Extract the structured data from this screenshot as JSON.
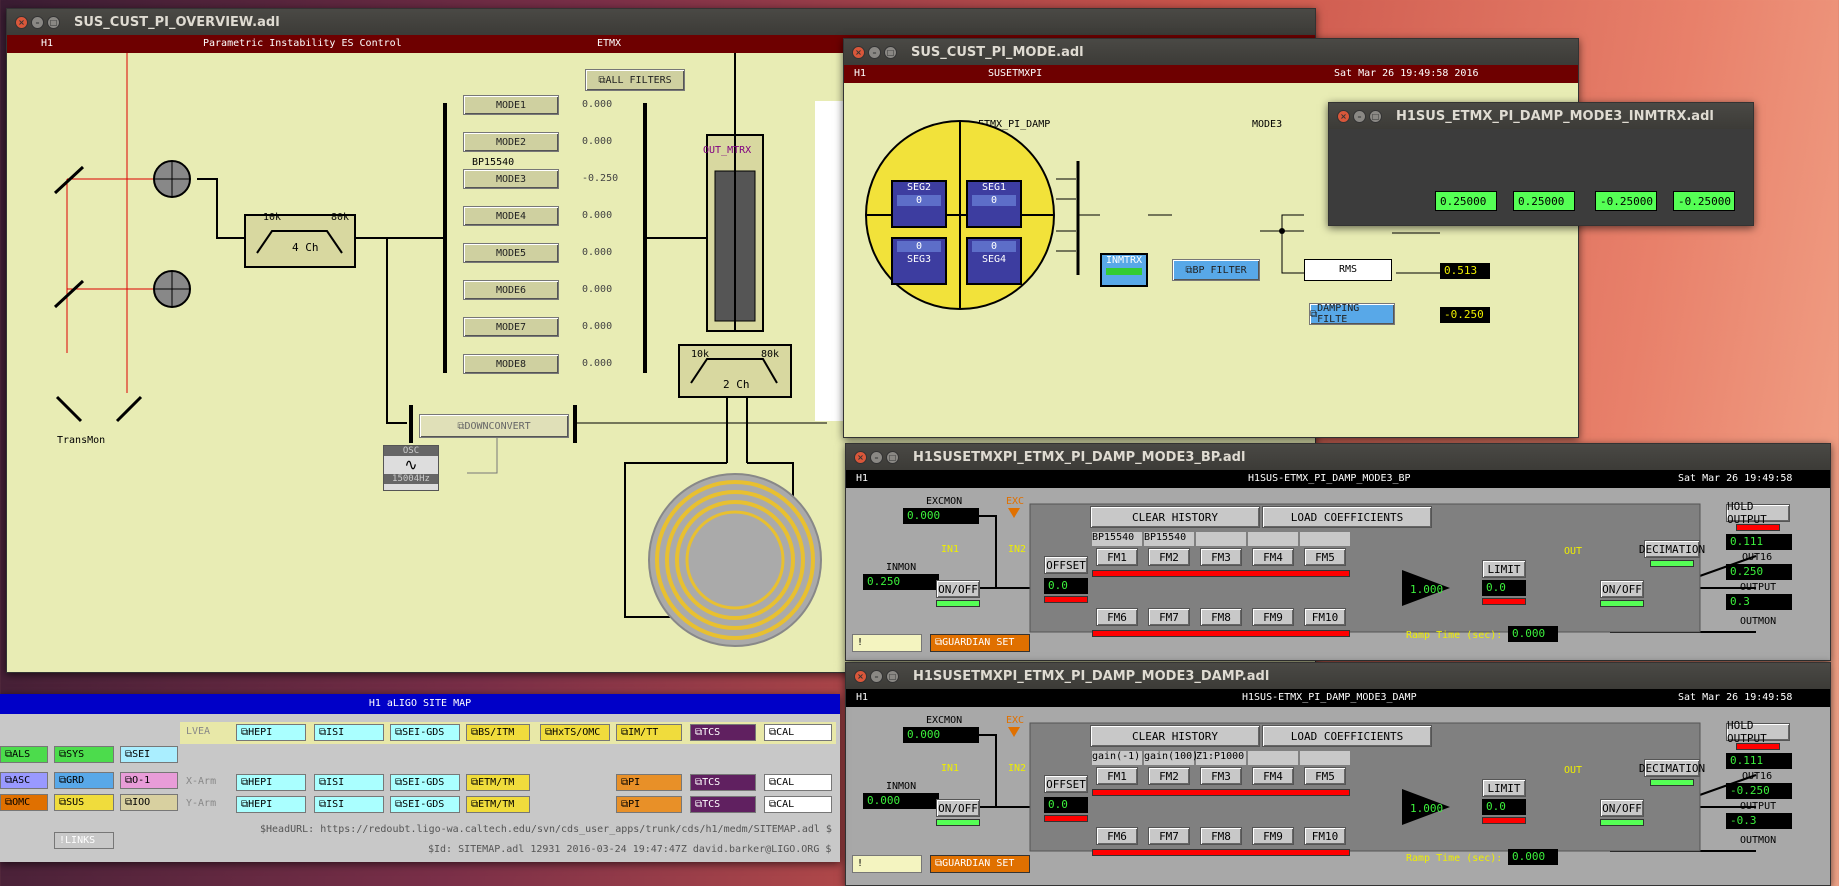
{
  "overview": {
    "title": "SUS_CUST_PI_OVERVIEW.adl",
    "site": "H1",
    "heading": "Parametric Instability ES Control",
    "etmx": "ETMX",
    "all_filters": "ALL FILTERS",
    "modes": [
      "MODE1",
      "MODE2",
      "MODE3",
      "MODE4",
      "MODE5",
      "MODE6",
      "MODE7",
      "MODE8"
    ],
    "mode_values": [
      "0.000",
      "0.000",
      "-0.250",
      "0.000",
      "0.000",
      "0.000",
      "0.000",
      "0.000"
    ],
    "bp": "BP15540",
    "out_mtrx": "OUT_MTRX",
    "k10": "10k",
    "k80": "80k",
    "ch4": "4 Ch",
    "ch2": "2 Ch",
    "downconvert": "DOWNCONVERT",
    "osc": "OSC",
    "osc_freq": "15004Hz",
    "transmon": "TransMon"
  },
  "mode": {
    "title": "SUS_CUST_PI_MODE.adl",
    "site": "H1",
    "system": "SUSETMXPI",
    "datetime": "Sat Mar 26 19:49:58 2016",
    "damp": "ETMX_PI_DAMP",
    "mode3": "MODE3",
    "segs": [
      "SEG2",
      "SEG1",
      "SEG3",
      "SEG4"
    ],
    "seg_values": [
      "0",
      "0",
      "0",
      "0"
    ],
    "inmtrx": "INMTRX",
    "bp_filter": "BP FILTER",
    "rms": "RMS",
    "rms_value": "0.513",
    "damping_filter": "DAMPING FILTE",
    "damping_value": "-0.250"
  },
  "inmtrx": {
    "title": "H1SUS_ETMX_PI_DAMP_MODE3_INMTRX.adl",
    "values": [
      "0.25000",
      "0.25000",
      "-0.25000",
      "-0.25000"
    ]
  },
  "bp": {
    "title": "H1SUSETMXPI_ETMX_PI_DAMP_MODE3_BP.adl",
    "site": "H1",
    "channel": "H1SUS-ETMX_PI_DAMP_MODE3_BP",
    "datetime": "Sat Mar 26 19:49:58",
    "excmon": "EXCMON",
    "excmon_val": "0.000",
    "exc": "EXC",
    "inmon": "INMON",
    "inmon_val": "0.250",
    "in1": "IN1",
    "in2": "IN2",
    "onoff": "ON/OFF",
    "offset": "OFFSET",
    "offset_val": "0.0",
    "clear": "CLEAR HISTORY",
    "load": "LOAD COEFFICIENTS",
    "fm_names": [
      "BP15540",
      "BP15540",
      "",
      "",
      ""
    ],
    "fm_top": [
      "FM1",
      "FM2",
      "FM3",
      "FM4",
      "FM5"
    ],
    "fm_bot": [
      "FM6",
      "FM7",
      "FM8",
      "FM9",
      "FM10"
    ],
    "gain": "1.000",
    "limit": "LIMIT",
    "limit_val": "0.0",
    "out": "OUT",
    "onoff2": "ON/OFF",
    "decimation": "DECIMATION",
    "hold": "HOLD OUTPUT",
    "out16_val": "0.111",
    "out16": "OUT16",
    "output_val": "0.250",
    "output": "OUTPUT",
    "outmon_val": "0.3",
    "outmon": "OUTMON",
    "bang": "!",
    "guardian": "GUARDIAN SET",
    "ramp": "Ramp Time (sec):",
    "ramp_val": "0.000"
  },
  "damp": {
    "title": "H1SUSETMXPI_ETMX_PI_DAMP_MODE3_DAMP.adl",
    "site": "H1",
    "channel": "H1SUS-ETMX_PI_DAMP_MODE3_DAMP",
    "datetime": "Sat Mar 26 19:49:58",
    "excmon": "EXCMON",
    "excmon_val": "0.000",
    "exc": "EXC",
    "inmon": "INMON",
    "inmon_val": "0.000",
    "in1": "IN1",
    "in2": "IN2",
    "onoff": "ON/OFF",
    "offset": "OFFSET",
    "offset_val": "0.0",
    "clear": "CLEAR HISTORY",
    "load": "LOAD COEFFICIENTS",
    "fm_names": [
      "gain(-1)",
      "gain(100)",
      "Z1:P1000",
      "",
      ""
    ],
    "fm_top": [
      "FM1",
      "FM2",
      "FM3",
      "FM4",
      "FM5"
    ],
    "fm_bot": [
      "FM6",
      "FM7",
      "FM8",
      "FM9",
      "FM10"
    ],
    "gain": "1.000",
    "limit": "LIMIT",
    "limit_val": "0.0",
    "out": "OUT",
    "onoff2": "ON/OFF",
    "decimation": "DECIMATION",
    "hold": "HOLD OUTPUT",
    "out16_val": "0.111",
    "out16": "OUT16",
    "output_val": "-0.250",
    "output": "OUTPUT",
    "outmon_val": "-0.3",
    "outmon": "OUTMON",
    "bang": "!",
    "guardian": "GUARDIAN SET",
    "ramp": "Ramp Time (sec):",
    "ramp_val": "0.000"
  },
  "sitemap": {
    "title": "H1 aLIGO SITE MAP",
    "left": [
      [
        "ALS",
        "SYS",
        "SEI"
      ],
      [
        "ASC",
        "GRD",
        "O-1"
      ],
      [
        "OMC",
        "SUS",
        "IOO"
      ]
    ],
    "rows": [
      {
        "label": "LVEA",
        "items": [
          "HEPI",
          "ISI",
          "SEI-GDS",
          "BS/ITM",
          "HxTS/OMC",
          "IM/TT",
          "TCS",
          "CAL"
        ]
      },
      {
        "label": "X-Arm",
        "items": [
          "HEPI",
          "ISI",
          "SEI-GDS",
          "ETM/TM",
          "",
          "PI",
          "TCS",
          "CAL"
        ]
      },
      {
        "label": "Y-Arm",
        "items": [
          "HEPI",
          "ISI",
          "SEI-GDS",
          "ETM/TM",
          "",
          "PI",
          "TCS",
          "CAL"
        ]
      }
    ],
    "links": "LINKS",
    "headurl": "$HeadURL: https://redoubt.ligo-wa.caltech.edu/svn/cds_user_apps/trunk/cds/h1/medm/SITEMAP.adl $",
    "id": "$Id: SITEMAP.adl 12931 2016-03-24 19:47:47Z david.barker@LIGO.ORG $"
  }
}
